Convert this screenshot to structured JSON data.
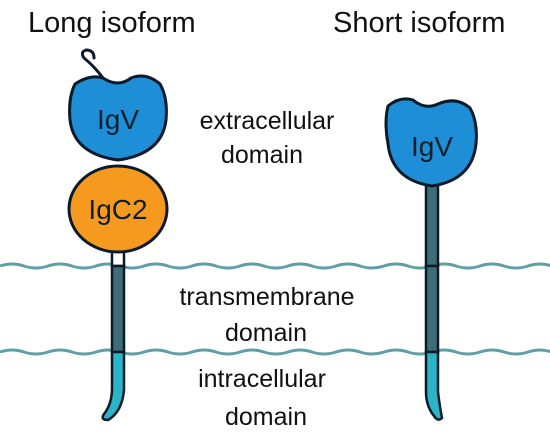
{
  "titles": {
    "long": "Long isoform",
    "short": "Short isoform"
  },
  "domains": {
    "extracellular_line1": "extracellular",
    "extracellular_line2": "domain",
    "transmembrane_line1": "transmembrane",
    "transmembrane_line2": "domain",
    "intracellular_line1": "intracellular",
    "intracellular_line2": "domain"
  },
  "long_isoform": {
    "igv_label": "IgV",
    "igc2_label": "IgC2"
  },
  "short_isoform": {
    "igv_label": "IgV"
  },
  "colors": {
    "igv_fill": "#1e8fd6",
    "igc2_fill": "#f5991f",
    "outline": "#0c1b2a",
    "stalk_dark": "#3f6d76",
    "stalk_light": "#2bb3c6",
    "membrane": "#5f9fa6",
    "linker": "#ffffff"
  }
}
